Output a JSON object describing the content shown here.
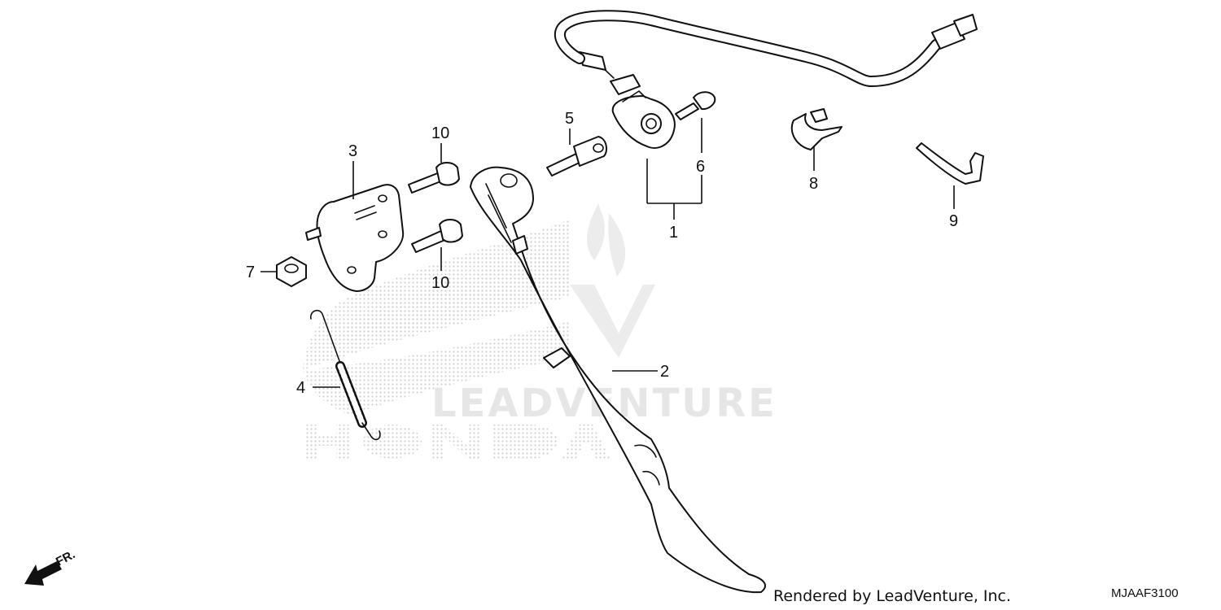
{
  "diagram": {
    "callouts": [
      {
        "id": "1",
        "text": "1"
      },
      {
        "id": "2",
        "text": "2"
      },
      {
        "id": "3",
        "text": "3"
      },
      {
        "id": "4",
        "text": "4"
      },
      {
        "id": "5",
        "text": "5"
      },
      {
        "id": "6",
        "text": "6"
      },
      {
        "id": "7",
        "text": "7"
      },
      {
        "id": "8",
        "text": "8"
      },
      {
        "id": "9",
        "text": "9"
      },
      {
        "id": "10a",
        "text": "10"
      },
      {
        "id": "10b",
        "text": "10"
      }
    ],
    "direction_label": "FR.",
    "watermark_text": "LEADVENTURE",
    "watermark_logo_text": "HONDA",
    "footer": {
      "rendered_by": "Rendered by LeadVenture, Inc.",
      "diagram_code": "MJAAF3100"
    },
    "colors": {
      "line": "#111111",
      "watermark": "#e6e6e6",
      "honda_dots": "#d4d4d4"
    }
  }
}
